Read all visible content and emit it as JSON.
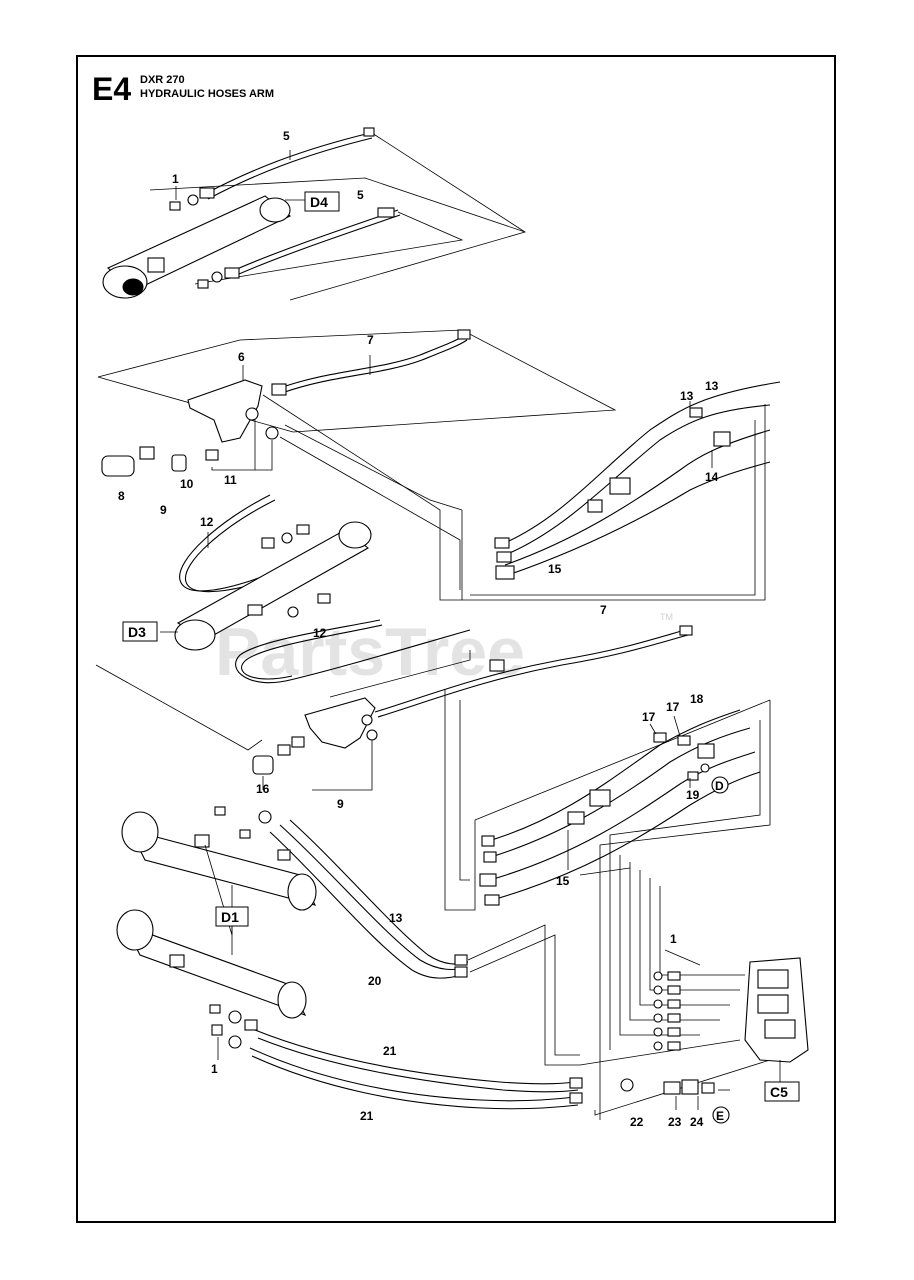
{
  "header": {
    "section": "E4",
    "model": "DXR 270",
    "title": "HYDRAULIC HOSES ARM"
  },
  "watermark": {
    "text": "PartsTree",
    "mark": "TM"
  },
  "references": [
    "D4",
    "D3",
    "D1",
    "C5"
  ],
  "callouts": {
    "c1": "E",
    "c2": "D"
  },
  "labels": {
    "l1": "1",
    "l2": "5",
    "l3": "5",
    "l4": "6",
    "l5": "7",
    "l6": "8",
    "l7": "9",
    "l8": "10",
    "l9": "11",
    "l10": "12",
    "l11": "12",
    "l12": "13",
    "l13": "13",
    "l14": "14",
    "l15": "15",
    "l16": "7",
    "l17": "16",
    "l18": "9",
    "l19": "17",
    "l20": "17",
    "l21": "18",
    "l22": "19",
    "l23": "15",
    "l24": "13",
    "l25": "20",
    "l26": "1",
    "l27": "21",
    "l28": "21",
    "l29": "1",
    "l30": "22",
    "l31": "23",
    "l32": "24"
  }
}
